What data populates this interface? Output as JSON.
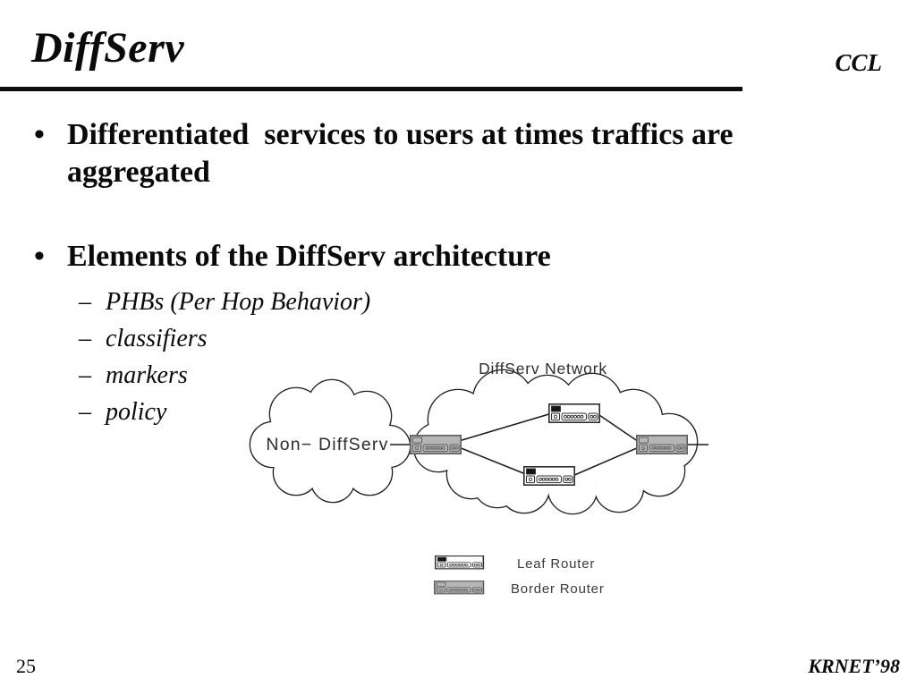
{
  "slide": {
    "title": "DiffServ",
    "org": "CCL",
    "page_number": "25",
    "footer": "KRNET’98"
  },
  "content": {
    "bullet_glyph": "•",
    "dash_glyph": "–",
    "bullet1": "Differentiated  services to users at times traffics are aggregated",
    "bullet2": "Elements of the DiffServ architecture",
    "sub_bullets": [
      "PHBs (Per Hop Behavior)",
      "classifiers",
      "markers",
      "policy"
    ]
  },
  "diagram": {
    "non_diffserv_label": "Non− DiffServ",
    "diffserv_label": "DiffServ Network",
    "legend": {
      "leaf": "Leaf Router",
      "border": "Border Router"
    },
    "colors": {
      "router_gray_fill": "#b5b5b5",
      "router_white_fill": "#ffffff",
      "outline": "#1f1f1f"
    }
  }
}
